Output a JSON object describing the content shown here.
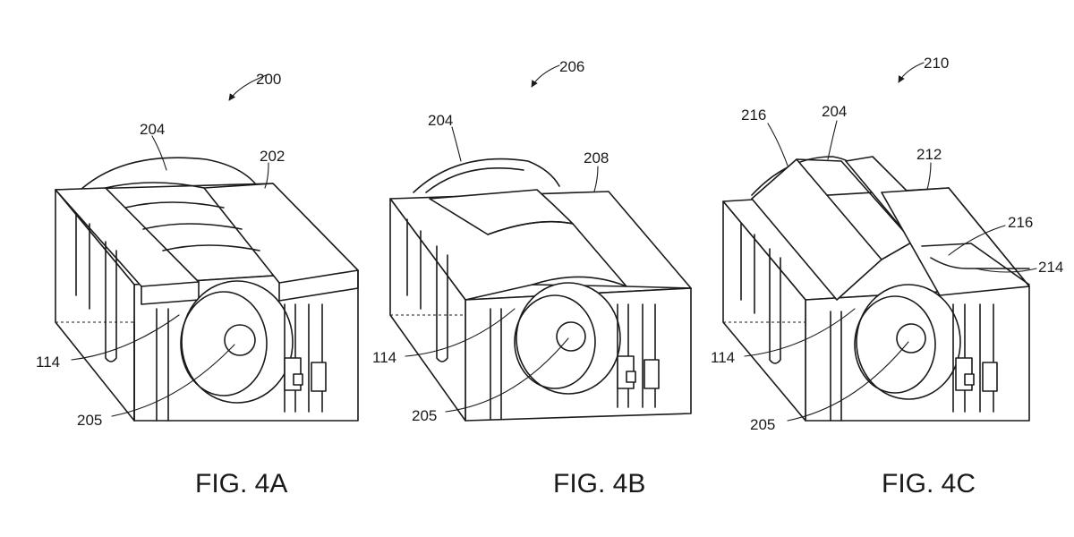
{
  "figures": [
    {
      "caption": "FIG. 4A",
      "ref_overall": "200",
      "ref_top_left": "204",
      "ref_top_right": "202",
      "ref_left": "114",
      "ref_bottom": "205"
    },
    {
      "caption": "FIG. 4B",
      "ref_overall": "206",
      "ref_top_left": "204",
      "ref_top_right": "208",
      "ref_left": "114",
      "ref_bottom": "205"
    },
    {
      "caption": "FIG. 4C",
      "ref_overall": "210",
      "ref_top_far_left": "216",
      "ref_top_left": "204",
      "ref_top_right": "212",
      "ref_right_upper": "216",
      "ref_right_lower": "214",
      "ref_left": "114",
      "ref_bottom": "205"
    }
  ]
}
